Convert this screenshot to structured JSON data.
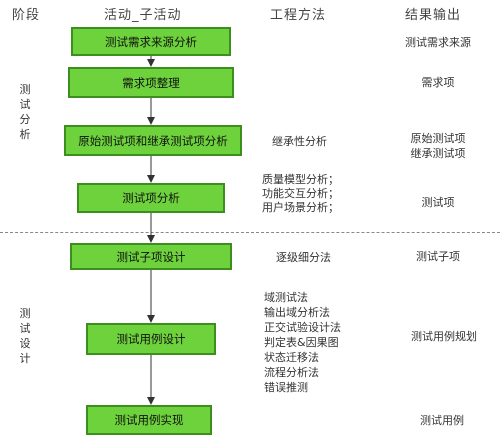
{
  "headers": {
    "phase": "阶段",
    "activity": "活动_子活动",
    "method": "工程方法",
    "output": "结果输出"
  },
  "phases": [
    {
      "label": "测试分析",
      "chars": [
        "测",
        "试",
        "分",
        "析"
      ]
    },
    {
      "label": "测试设计",
      "chars": [
        "测",
        "试",
        "设",
        "计"
      ]
    }
  ],
  "activities": [
    "测试需求来源分析",
    "需求项整理",
    "原始测试项和继承测试项分析",
    "测试项分析",
    "测试子项设计",
    "测试用例设计",
    "测试用例实现"
  ],
  "methods": {
    "inherit": "继承性分析",
    "analysis": [
      "质量模型分析；",
      "功能交互分析；",
      "用户场景分析；"
    ],
    "stepwise": "逐级细分法",
    "design": [
      "域测试法",
      "输出域分析法",
      "正交试验设计法",
      "判定表&因果图",
      "状态迁移法",
      "流程分析法",
      "错误推测"
    ]
  },
  "outputs": {
    "req_source": "测试需求来源",
    "req_item": "需求项",
    "orig_inherit": [
      "原始测试项",
      "继承测试项"
    ],
    "test_item": "测试项",
    "test_subitem": "测试子项",
    "case_plan": "测试用例规划",
    "test_case": "测试用例"
  },
  "colors": {
    "box_fill": "#6ed23c",
    "box_border": "#3c8e1f",
    "divider": "#888888"
  }
}
